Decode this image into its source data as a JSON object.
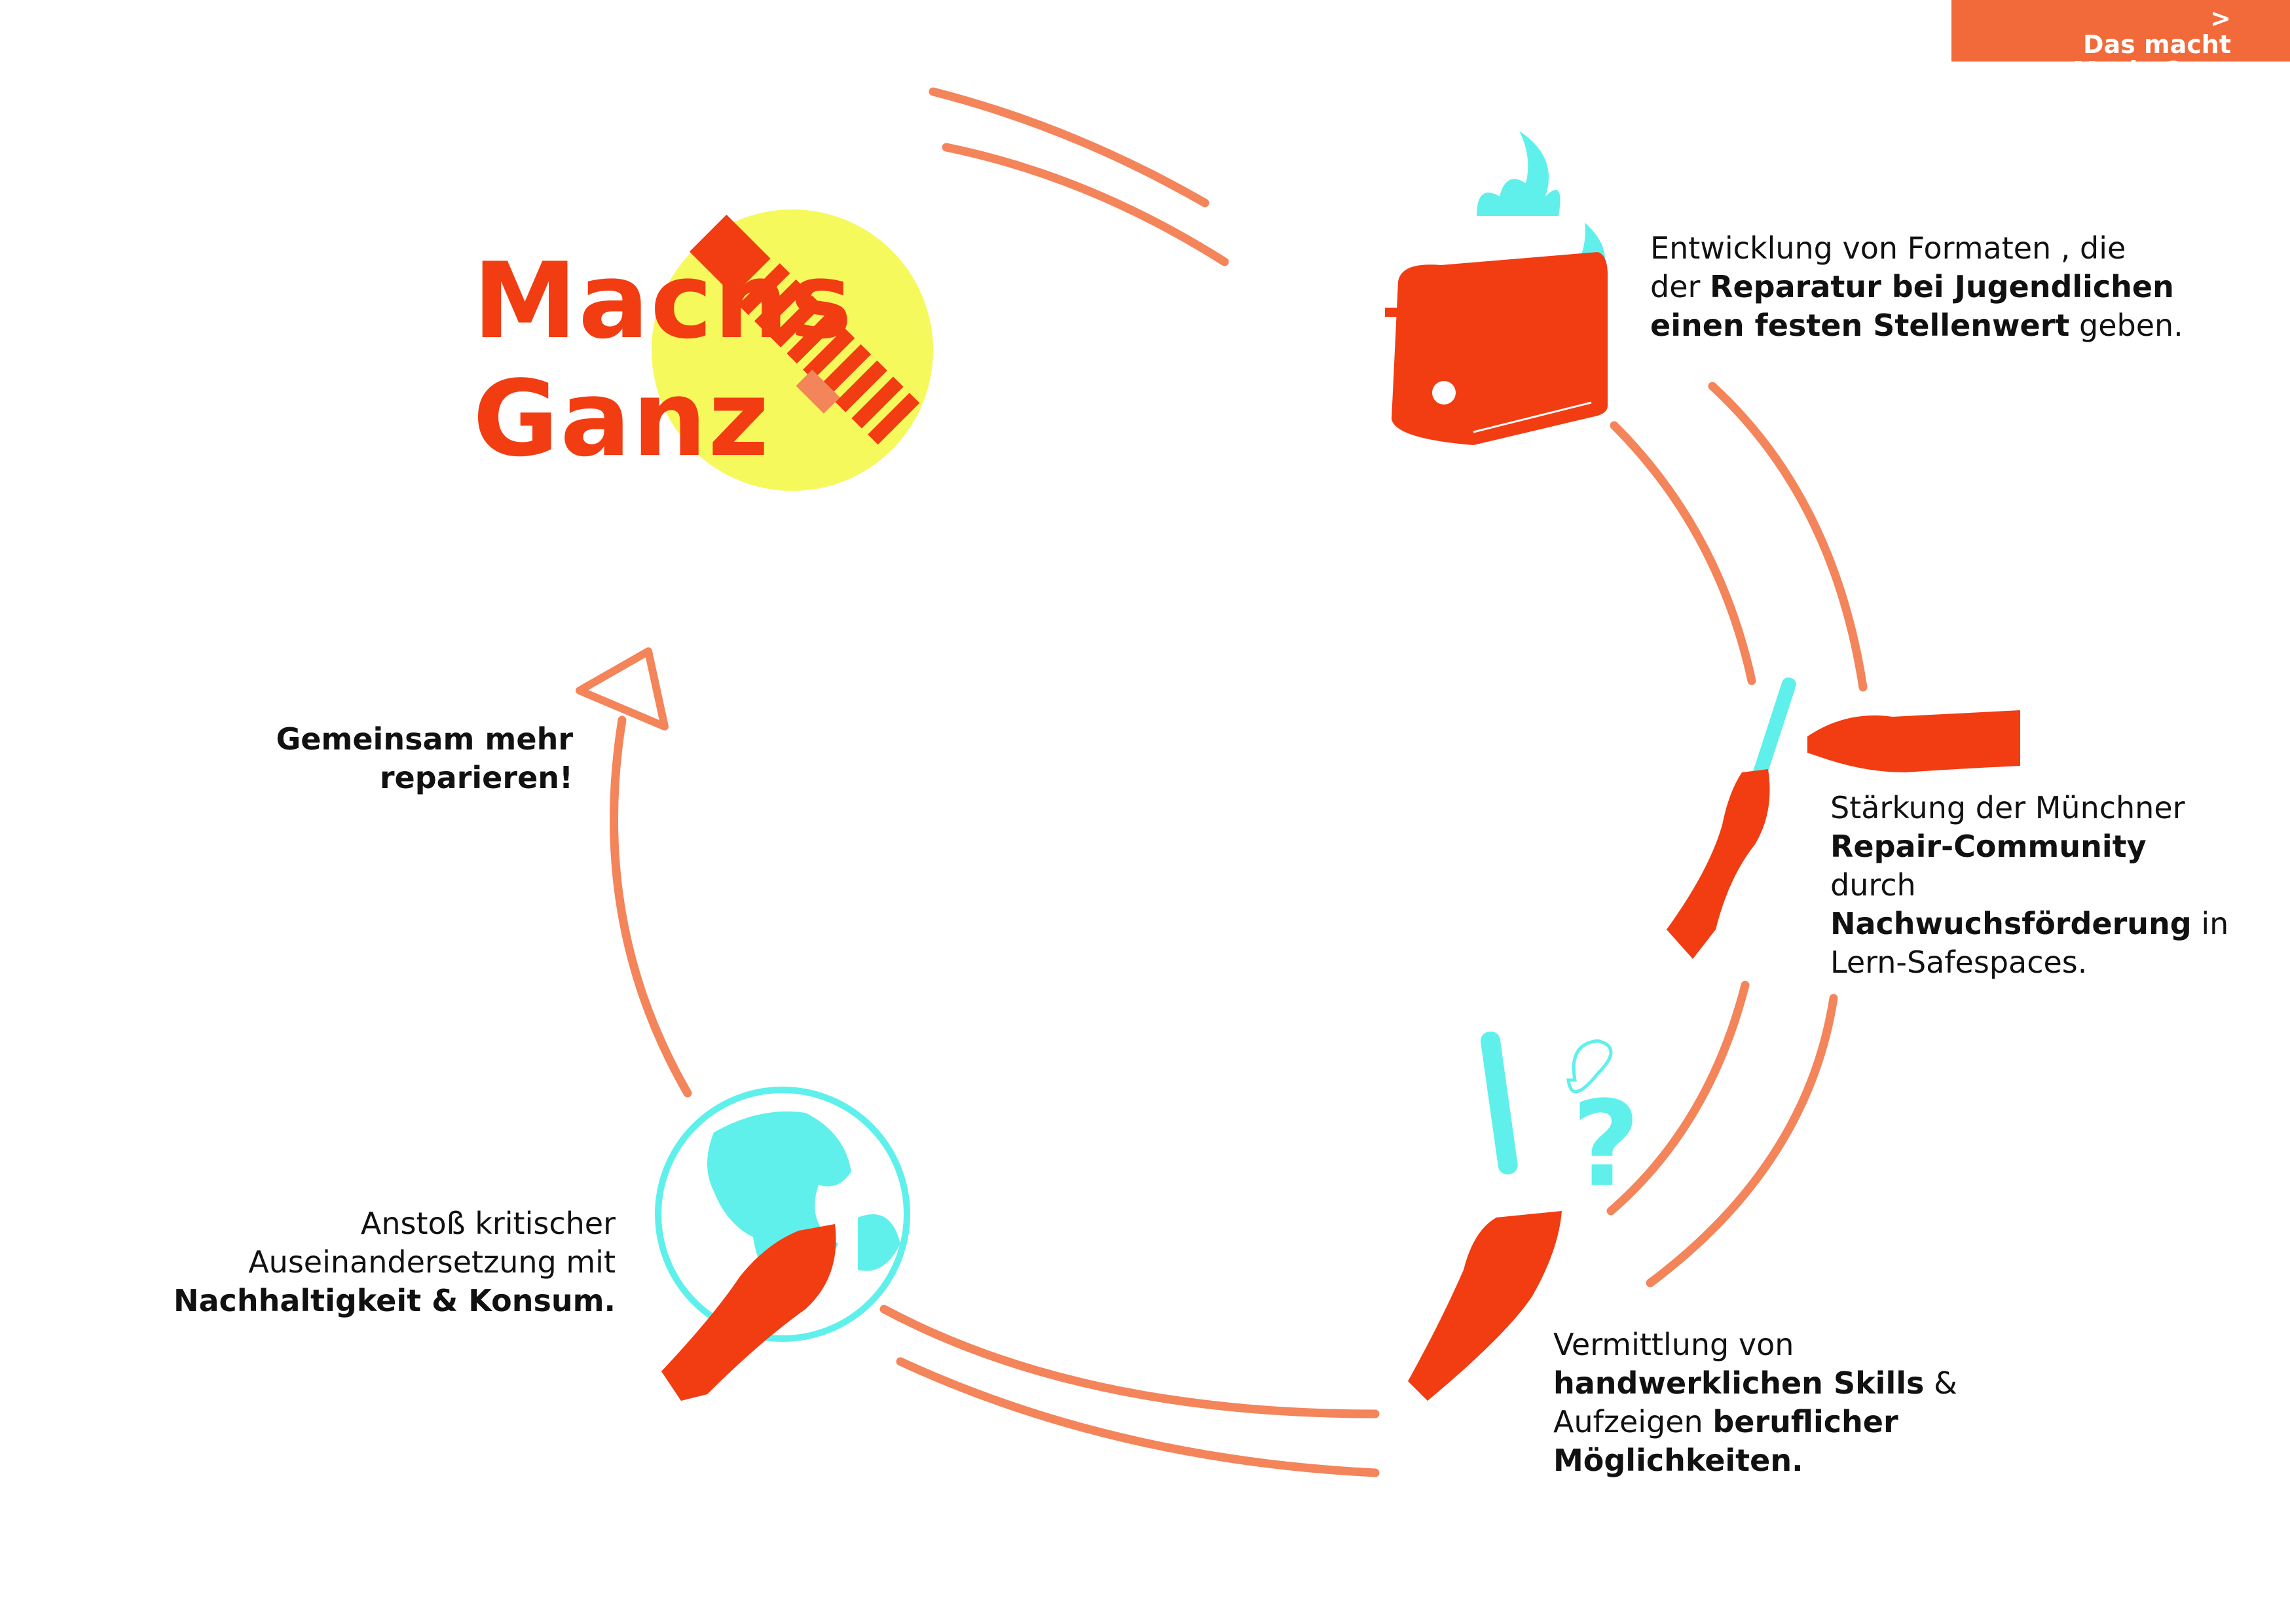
{
  "nav": {
    "arrow": ">",
    "line1": "Das macht",
    "line2": "MachsGanz"
  },
  "logo": {
    "line1": "Machs",
    "line2": "Ganz"
  },
  "slogan": {
    "line1": "Gemeinsam mehr",
    "line2": "reparieren!"
  },
  "item_formats": {
    "l1": "Entwicklung von Formaten , die",
    "l2a": "der ",
    "l2b": "Reparatur  bei Jugendlichen",
    "l3a": "einen festen Stellenwert",
    "l3b": " geben."
  },
  "item_community": {
    "l1": "Stärkung der Münchner",
    "l2": "Repair-Community",
    "l3": "durch",
    "l4a": "Nachwuchsförderung",
    "l4b": " in",
    "l5": "Lern-Safespaces."
  },
  "item_skills": {
    "l1": "Vermittlung von",
    "l2a": "handwerklichen Skills",
    "l2b": " &",
    "l3a": "Aufzeigen ",
    "l3b": "beruflicher",
    "l4": "Möglichkeiten."
  },
  "item_sustainability": {
    "l1": "Anstoß kritischer",
    "l2": "Auseinandersetzung mit",
    "l3": "Nachhaltigkeit & Konsum."
  },
  "colors": {
    "orange_line": "#f4845a",
    "red_orange": "#f23c12",
    "cyan": "#5ff0ec",
    "yellow": "#f5f95c",
    "tab": "#f26a3a"
  },
  "icons": [
    "toaster-icon",
    "hands-screwdriver-icon",
    "question-tools-icon",
    "globe-hand-icon",
    "bolt-icon",
    "arrowhead-icon"
  ]
}
